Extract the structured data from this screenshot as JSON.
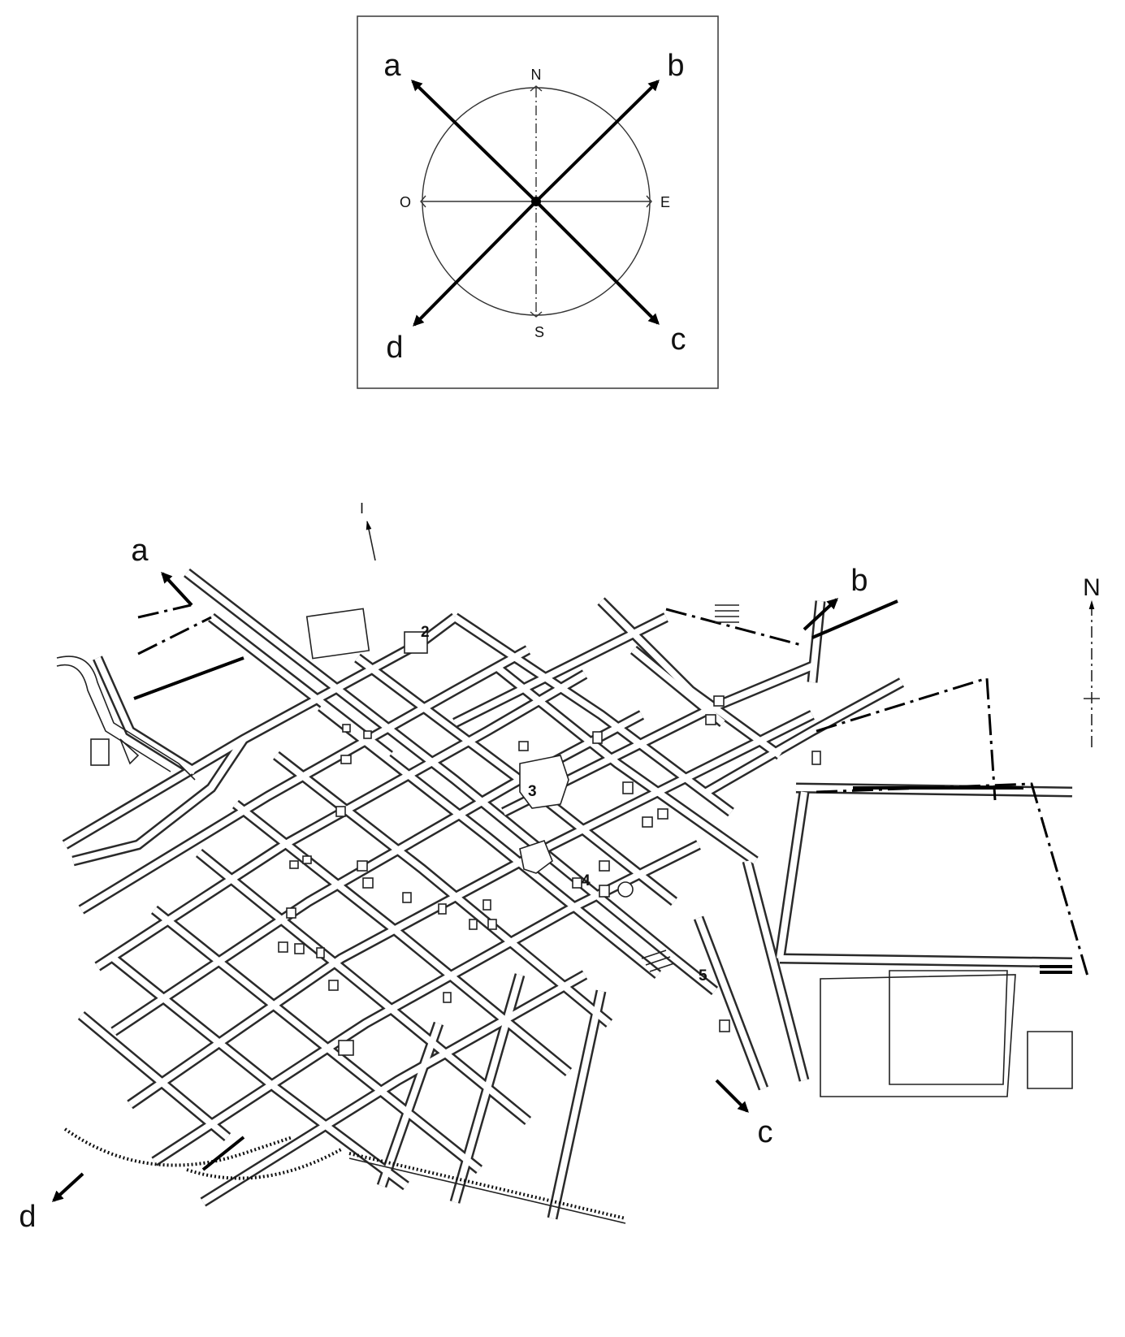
{
  "compass_rose": {
    "cardinals": {
      "north": "N",
      "west": "O",
      "east": "E",
      "south": "S"
    },
    "directions": [
      "a",
      "b",
      "c",
      "d"
    ]
  },
  "map": {
    "north_label": "N",
    "orientation_marker": "I",
    "direction_labels": {
      "a": "a",
      "b": "b",
      "c": "c",
      "d": "d"
    },
    "site_numbers": [
      "2",
      "3",
      "4",
      "5"
    ]
  },
  "colors": {
    "ink": "#111111",
    "paper": "#ffffff"
  }
}
